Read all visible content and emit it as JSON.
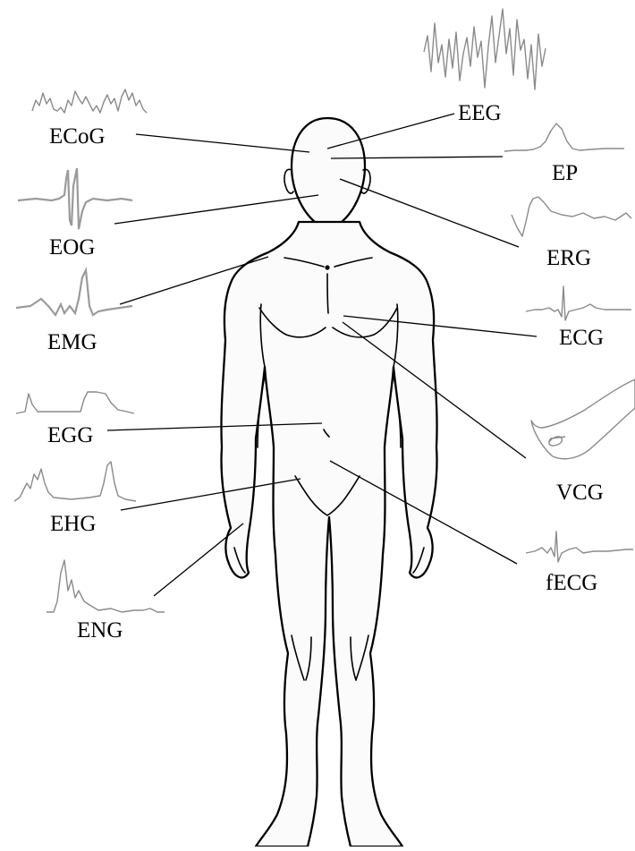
{
  "labels": {
    "eeg": "EEG",
    "ecog": "ECoG",
    "ep": "EP",
    "eog": "EOG",
    "erg": "ERG",
    "emg": "EMG",
    "ecg": "ECG",
    "egg": "EGG",
    "vcg": "VCG",
    "ehg": "EHG",
    "fecg": "fECG",
    "eng": "ENG"
  }
}
